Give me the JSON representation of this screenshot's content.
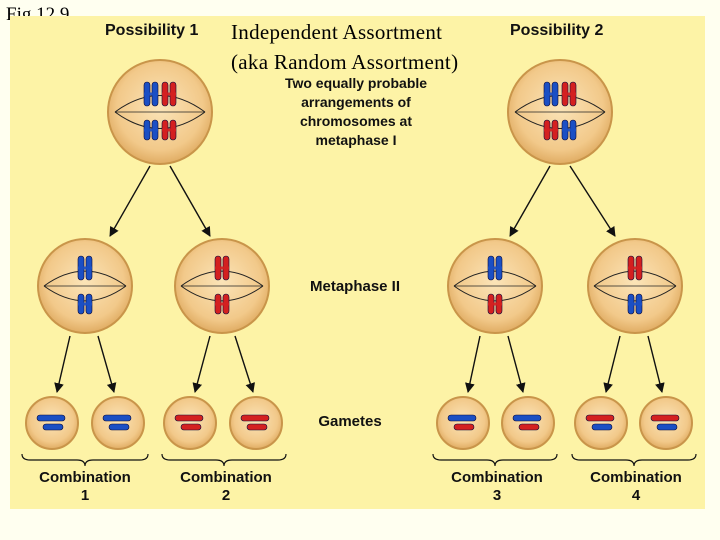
{
  "figure_label": "Fig 12.9",
  "title_line1": "Independent Assortment",
  "title_line2": "(aka Random Assortment)",
  "possibility1": "Possibility 1",
  "possibility2": "Possibility 2",
  "caption_metaphase1": [
    "Two equally probable",
    "arrangements of",
    "chromosomes at",
    "metaphase I"
  ],
  "caption_metaphase2": "Metaphase II",
  "caption_gametes": "Gametes",
  "combinations": [
    {
      "label": "Combination",
      "number": "1"
    },
    {
      "label": "Combination",
      "number": "2"
    },
    {
      "label": "Combination",
      "number": "3"
    },
    {
      "label": "Combination",
      "number": "4"
    }
  ],
  "colors": {
    "maternal": "#1b4fc4",
    "paternal": "#d42020",
    "cell_fill": "#f2c98a",
    "cell_edge": "#c9954a",
    "background": "#fdf3a6"
  }
}
